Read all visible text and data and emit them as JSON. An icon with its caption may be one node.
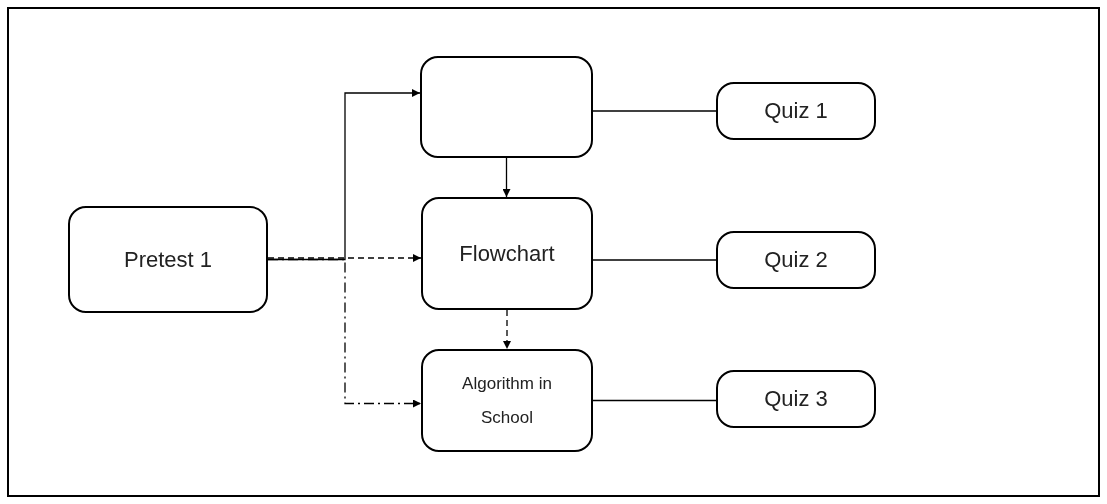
{
  "diagram": {
    "nodes": [
      {
        "text": [
          "Pretest 1"
        ]
      },
      {
        "text": [],
        "shape": "box"
      },
      {
        "text": [
          "Flowchart"
        ]
      },
      {
        "text": [
          "Algorithm in School"
        ]
      },
      {
        "text": [
          "Quiz 1"
        ]
      },
      {
        "text": [
          "Quiz 2"
        ]
      },
      {
        "text": [
          "Quiz 3"
        ]
      }
    ],
    "edges": [
      {
        "from": 0,
        "to": 1,
        "arrow": "to"
      },
      {
        "from": 0,
        "to": 2,
        "arrow": "to",
        "style": "dashed"
      },
      {
        "from": 0,
        "to": 3,
        "arrow": "to",
        "style": "dashed"
      },
      {
        "from": 1,
        "to": 2,
        "arrow": "to"
      },
      {
        "from": 2,
        "to": 3,
        "arrow": "to",
        "style": "dashed"
      },
      {
        "from": 1,
        "to": 4,
        "arrow": "none"
      },
      {
        "from": 2,
        "to": 5,
        "arrow": "none"
      },
      {
        "from": 3,
        "to": 6,
        "arrow": "none"
      }
    ]
  }
}
